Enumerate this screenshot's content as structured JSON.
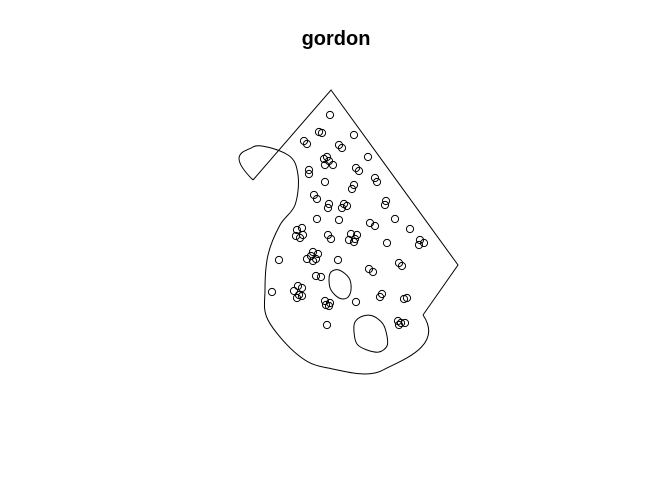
{
  "chart_data": {
    "type": "scatter",
    "title": "gordon",
    "xlabel": "",
    "ylabel": "",
    "axes": false,
    "grid": false,
    "legend": "none",
    "marker": "open-circle",
    "colors": {
      "stroke": "#000000",
      "background": "#ffffff"
    },
    "window": {
      "outer": [
        [
          0,
          90
        ],
        [
          78,
          0
        ],
        [
          205,
          175
        ],
        [
          170,
          225
        ],
        [
          130,
          280
        ],
        [
          75,
          278
        ],
        [
          45,
          265
        ],
        [
          15,
          230
        ],
        [
          12,
          200
        ],
        [
          15,
          165
        ],
        [
          27,
          135
        ],
        [
          42,
          115
        ],
        [
          45,
          85
        ],
        [
          35,
          65
        ],
        [
          0,
          57
        ]
      ],
      "holes": [
        [
          [
            78,
            182
          ],
          [
            86,
            180
          ],
          [
            96,
            188
          ],
          [
            98,
            200
          ],
          [
            94,
            208
          ],
          [
            86,
            208
          ],
          [
            78,
            200
          ],
          [
            76,
            190
          ]
        ],
        [
          [
            102,
            232
          ],
          [
            110,
            226
          ],
          [
            120,
            226
          ],
          [
            130,
            234
          ],
          [
            134,
            246
          ],
          [
            134,
            256
          ],
          [
            126,
            262
          ],
          [
            114,
            260
          ],
          [
            104,
            254
          ],
          [
            101,
            242
          ]
        ]
      ]
    },
    "points": [
      [
        77,
        25
      ],
      [
        66,
        42
      ],
      [
        69,
        43
      ],
      [
        101,
        45
      ],
      [
        51,
        51
      ],
      [
        54,
        54
      ],
      [
        86,
        55
      ],
      [
        89,
        58
      ],
      [
        115,
        67
      ],
      [
        71,
        69
      ],
      [
        74,
        67
      ],
      [
        76,
        71
      ],
      [
        80,
        75
      ],
      [
        72,
        75
      ],
      [
        56,
        80
      ],
      [
        56,
        84
      ],
      [
        103,
        78
      ],
      [
        106,
        81
      ],
      [
        122,
        88
      ],
      [
        124,
        92
      ],
      [
        72,
        92
      ],
      [
        99,
        99
      ],
      [
        101,
        95
      ],
      [
        61,
        105
      ],
      [
        64,
        109
      ],
      [
        76,
        114
      ],
      [
        75,
        118
      ],
      [
        91,
        114
      ],
      [
        94,
        116
      ],
      [
        89,
        118
      ],
      [
        133,
        111
      ],
      [
        132,
        115
      ],
      [
        142,
        129
      ],
      [
        64,
        129
      ],
      [
        86,
        130
      ],
      [
        117,
        133
      ],
      [
        122,
        136
      ],
      [
        157,
        139
      ],
      [
        44,
        140
      ],
      [
        49,
        138
      ],
      [
        50,
        145
      ],
      [
        43,
        146
      ],
      [
        47,
        148
      ],
      [
        75,
        145
      ],
      [
        78,
        149
      ],
      [
        98,
        144
      ],
      [
        104,
        145
      ],
      [
        102,
        149
      ],
      [
        96,
        150
      ],
      [
        101,
        152
      ],
      [
        134,
        153
      ],
      [
        167,
        150
      ],
      [
        171,
        153
      ],
      [
        166,
        155
      ],
      [
        60,
        162
      ],
      [
        65,
        164
      ],
      [
        58,
        166
      ],
      [
        63,
        169
      ],
      [
        60,
        171
      ],
      [
        54,
        169
      ],
      [
        26,
        170
      ],
      [
        85,
        170
      ],
      [
        146,
        173
      ],
      [
        149,
        176
      ],
      [
        116,
        179
      ],
      [
        120,
        182
      ],
      [
        63,
        186
      ],
      [
        68,
        187
      ],
      [
        19,
        202
      ],
      [
        45,
        196
      ],
      [
        49,
        198
      ],
      [
        41,
        201
      ],
      [
        46,
        205
      ],
      [
        44,
        208
      ],
      [
        49,
        206
      ],
      [
        129,
        204
      ],
      [
        127,
        207
      ],
      [
        151,
        209
      ],
      [
        154,
        208
      ],
      [
        103,
        212
      ],
      [
        72,
        211
      ],
      [
        77,
        213
      ],
      [
        73,
        215
      ],
      [
        76,
        216
      ],
      [
        145,
        231
      ],
      [
        148,
        233
      ],
      [
        146,
        235
      ],
      [
        152,
        233
      ],
      [
        74,
        235
      ]
    ]
  }
}
